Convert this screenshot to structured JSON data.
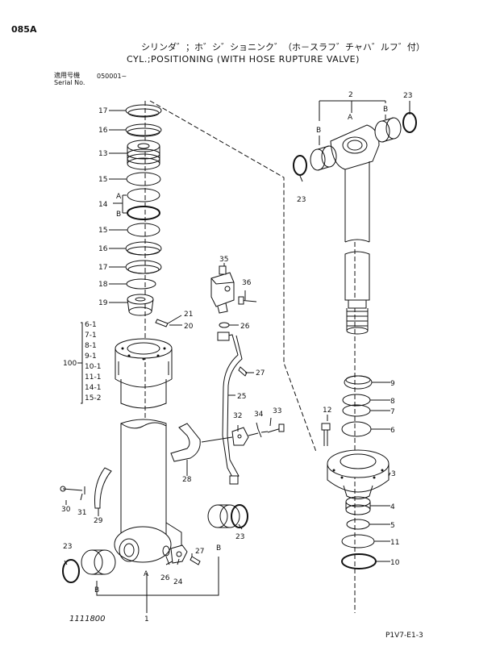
{
  "header": {
    "page_code": "085A",
    "title_jp": "シリンダ゛；ホ゛シ゛ショニンク゛（ホ－スラフ゛チャハ゛ルフ゛付）",
    "title_en": "CYL.;POSITIONING  (WITH HOSE RUPTURE VALVE)",
    "serial_label_jp": "適用号機",
    "serial_label_en": "Serial No.",
    "serial_value": "050001~"
  },
  "footer": {
    "drawing_no": "1111800",
    "page_ref": "P1V7-E1-3"
  },
  "callouts": {
    "c17a": "17",
    "c16a": "16",
    "c13": "13",
    "c15a": "15",
    "c14": "14",
    "c14A": "A",
    "c14B": "B",
    "c15b": "15",
    "c16b": "16",
    "c17b": "17",
    "c18": "18",
    "c19": "19",
    "c21": "21",
    "c20": "20",
    "c100": "100",
    "s1": "6-1",
    "s2": "7-1",
    "s3": "8-1",
    "s4": "9-1",
    "s5": "10-1",
    "s6": "11-1",
    "s7": "14-1",
    "s8": "15-2",
    "c35": "35",
    "c36": "36",
    "c26a": "26",
    "c27a": "27",
    "c25": "25",
    "c32": "32",
    "c34": "34",
    "c33": "33",
    "c28": "28",
    "c30": "30",
    "c31": "31",
    "c29": "29",
    "c23a": "23",
    "c23b": "23",
    "c23c": "23",
    "c23d": "23",
    "c2": "2",
    "cA1": "A",
    "cB1": "B",
    "cB2": "B",
    "c9": "9",
    "c8": "8",
    "c7": "7",
    "c6": "6",
    "c12": "12",
    "c3": "3",
    "c4": "4",
    "c5": "5",
    "c11": "11",
    "c10": "10",
    "cA2": "A",
    "cB3": "B",
    "cB4": "B",
    "c26b": "26",
    "c24": "24",
    "c27b": "27",
    "c1": "1"
  }
}
